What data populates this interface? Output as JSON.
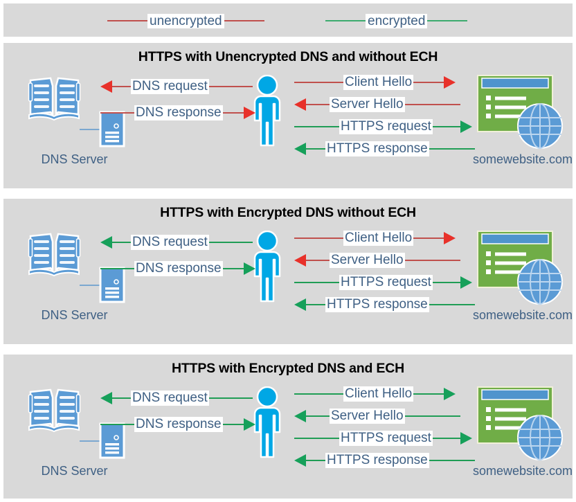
{
  "legend": {
    "items": [
      {
        "label": "unencrypted",
        "color": "#c0504d",
        "name": "unencrypted"
      },
      {
        "label": "encrypted",
        "color": "#3cab6e",
        "name": "encrypted"
      }
    ]
  },
  "labels": {
    "dns_server": "DNS Server",
    "website": "somewebsite.com"
  },
  "colors": {
    "panel_background": "#d9d9d9",
    "page_background": "#ffffff",
    "unencrypted_line": "#c0504d",
    "unencrypted_head": "#e8312a",
    "encrypted_line": "#1f9d55",
    "encrypted_head": "#16a05a",
    "label_text": "#3f6084",
    "title_text": "#000000",
    "person": "#00a7e5",
    "site_window": "#70ad47",
    "site_titlebar": "#4f94cd",
    "globe": "#5b9bd5",
    "book": "#5b9bd5"
  },
  "panels": [
    {
      "title": "HTTPS with Unencrypted DNS and without ECH",
      "dns_flows": [
        {
          "label": "DNS request",
          "direction": "left",
          "encrypted": false
        },
        {
          "label": "DNS response",
          "direction": "right",
          "encrypted": false
        }
      ],
      "web_flows": [
        {
          "label": "Client Hello",
          "direction": "right",
          "encrypted": false
        },
        {
          "label": "Server Hello",
          "direction": "left",
          "encrypted": false
        },
        {
          "label": "HTTPS request",
          "direction": "right",
          "encrypted": true
        },
        {
          "label": "HTTPS response",
          "direction": "left",
          "encrypted": true
        }
      ]
    },
    {
      "title": "HTTPS with Encrypted DNS without ECH",
      "dns_flows": [
        {
          "label": "DNS request",
          "direction": "left",
          "encrypted": true
        },
        {
          "label": "DNS response",
          "direction": "right",
          "encrypted": true
        }
      ],
      "web_flows": [
        {
          "label": "Client Hello",
          "direction": "right",
          "encrypted": false
        },
        {
          "label": "Server Hello",
          "direction": "left",
          "encrypted": false
        },
        {
          "label": "HTTPS request",
          "direction": "right",
          "encrypted": true
        },
        {
          "label": "HTTPS response",
          "direction": "left",
          "encrypted": true
        }
      ]
    },
    {
      "title": "HTTPS with Encrypted DNS and ECH",
      "dns_flows": [
        {
          "label": "DNS request",
          "direction": "left",
          "encrypted": true
        },
        {
          "label": "DNS response",
          "direction": "right",
          "encrypted": true
        }
      ],
      "web_flows": [
        {
          "label": "Client Hello",
          "direction": "right",
          "encrypted": true
        },
        {
          "label": "Server Hello",
          "direction": "left",
          "encrypted": true
        },
        {
          "label": "HTTPS request",
          "direction": "right",
          "encrypted": true
        },
        {
          "label": "HTTPS response",
          "direction": "left",
          "encrypted": true
        }
      ]
    }
  ],
  "icons": {
    "book": "book-icon",
    "server_rack": "server-rack-icon",
    "person": "person-icon",
    "browser_window": "browser-window-icon",
    "globe": "globe-icon"
  }
}
